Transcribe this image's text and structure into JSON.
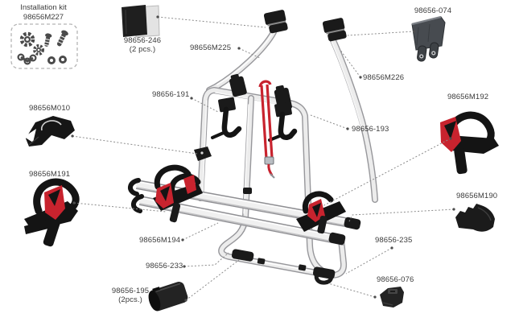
{
  "kit": {
    "title": "Installation kit",
    "part_no": "98656M227",
    "icons": [
      "gear-icon",
      "screw-icon",
      "chain-link-icon",
      "nut-icon"
    ]
  },
  "labels": {
    "p246": {
      "text": "98656-246",
      "qty": "(2 pcs.)"
    },
    "m225": {
      "text": "98656M225"
    },
    "p074": {
      "text": "98656-074"
    },
    "m226": {
      "text": "98656M226"
    },
    "p191": {
      "text": "98656-191"
    },
    "p193": {
      "text": "98656-193"
    },
    "m010": {
      "text": "98656M010"
    },
    "m192": {
      "text": "98656M192"
    },
    "m191": {
      "text": "98656M191"
    },
    "m190": {
      "text": "98656M190"
    },
    "m194": {
      "text": "98656M194"
    },
    "p235": {
      "text": "98656-235"
    },
    "p233": {
      "text": "98656-233"
    },
    "p195": {
      "text": "98656-195",
      "qty": "(2pcs.)"
    },
    "p076": {
      "text": "98656-076"
    }
  },
  "colors": {
    "accent_red": "#c8232e",
    "part_black": "#1a1a1a",
    "tube_fill": "#ececec",
    "tube_outline": "#97979b",
    "label_text": "#3c3c3c",
    "leader_line": "#8c8c8c"
  }
}
